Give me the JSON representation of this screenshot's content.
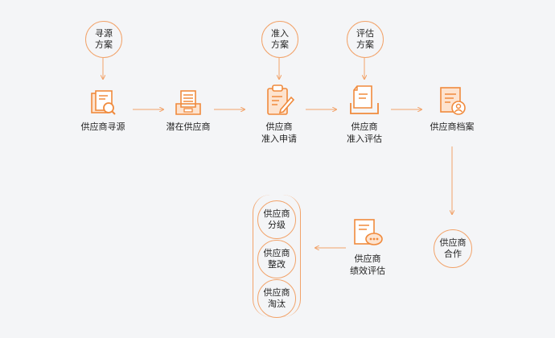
{
  "colors": {
    "accent": "#f08a3c",
    "line": "#f2a36a",
    "background": "#f4f5f7"
  },
  "top_bubbles": {
    "sourcing_plan": [
      "寻源",
      "方案"
    ],
    "admission_plan": [
      "准入",
      "方案"
    ],
    "evaluation_plan": [
      "评估",
      "方案"
    ]
  },
  "steps": {
    "sourcing": {
      "label": "供应商寻源",
      "icon": "document-search-icon"
    },
    "potential": {
      "label": "潜在供应商",
      "icon": "inbox-tray-icon"
    },
    "admission_request": {
      "label_line1": "供应商",
      "label_line2": "准入申请",
      "icon": "clipboard-edit-icon"
    },
    "admission_eval": {
      "label_line1": "供应商",
      "label_line2": "准入评估",
      "icon": "document-tray-icon"
    },
    "archive": {
      "label": "供应商档案",
      "icon": "document-user-icon"
    },
    "performance": {
      "label_line1": "供应商",
      "label_line2": "绩效评估",
      "icon": "document-chat-icon"
    }
  },
  "cooperation": [
    "供应商",
    "合作"
  ],
  "outcomes": [
    [
      "供应商",
      "分级"
    ],
    [
      "供应商",
      "整改"
    ],
    [
      "供应商",
      "淘汰"
    ]
  ]
}
